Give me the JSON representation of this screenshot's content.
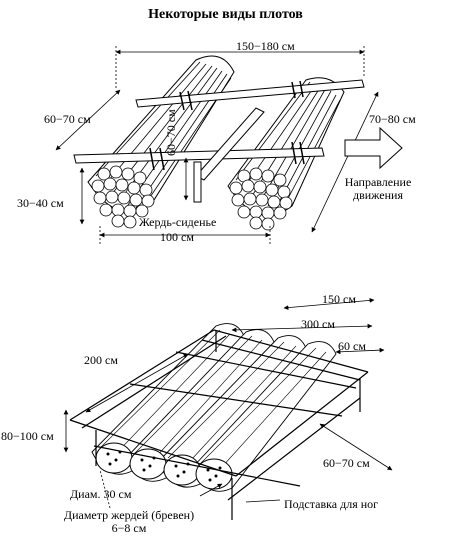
{
  "title": "Некоторые виды плотов",
  "raft1": {
    "width_label": "150−180 см",
    "depth_label": "60−70 см",
    "length_label": "70−80 см",
    "height_label": "30−40 см",
    "post_label": "60−70 см",
    "seat_label": "Жердь-сиденье",
    "bottom_label": "100 см",
    "direction_line1": "Направление",
    "direction_line2": "движения"
  },
  "raft2": {
    "top_label": "150 см",
    "length_label": "300 см",
    "small_label": "60 см",
    "side_label": "200 см",
    "height_label": "80−100 см",
    "right_label": "60−70 см",
    "diam_label": "Диам. 30 см",
    "poles_line1": "Диаметр жердей (бревен)",
    "poles_line2": "6−8 см",
    "footrest_label": "Подставка для ног"
  }
}
